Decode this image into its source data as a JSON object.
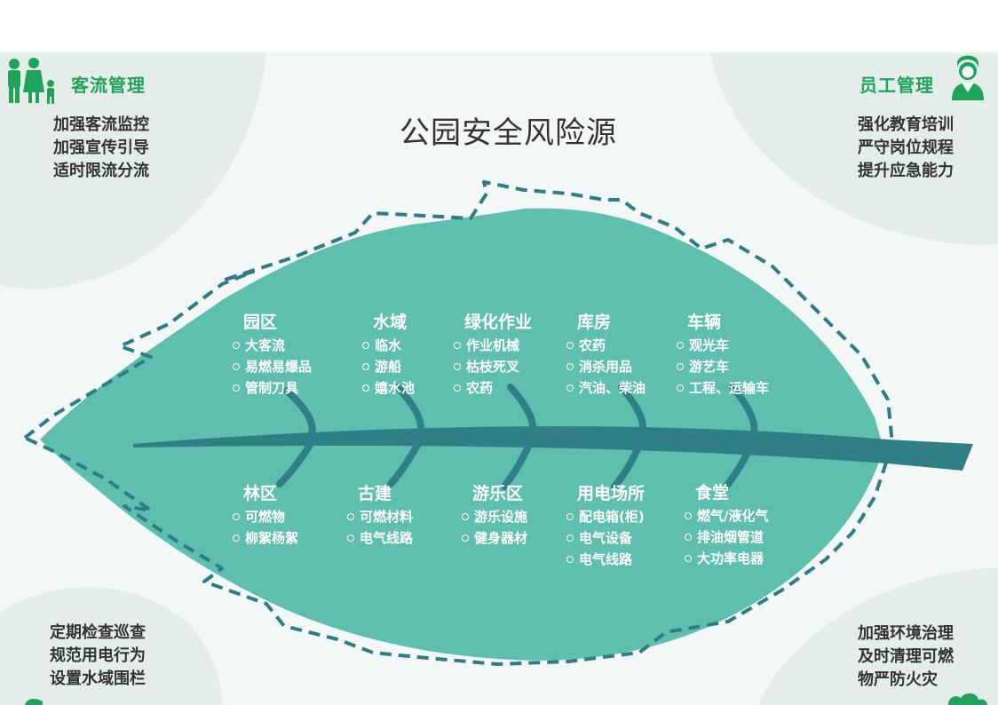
{
  "title": "公园安全风险源",
  "corners": {
    "top_left": {
      "title": "客流管理",
      "icon": "family-icon",
      "lines": [
        "加强客流监控",
        "加强宣传引导",
        "适时限流分流"
      ]
    },
    "top_right": {
      "title": "员工管理",
      "icon": "staff-icon",
      "lines": [
        "强化教育培训",
        "严守岗位规程",
        "提升应急能力"
      ]
    },
    "bottom_left": {
      "lines": [
        "定期检查巡查",
        "规范用电行为",
        "设置水域围栏"
      ]
    },
    "bottom_right": {
      "lines": [
        "加强环境治理",
        "及时清理可燃",
        "物严防火灾"
      ]
    }
  },
  "categories": {
    "top": [
      {
        "title": "园区",
        "items": [
          "大客流",
          "易燃易爆品",
          "管制刀具"
        ]
      },
      {
        "title": "水域",
        "items": [
          "临水",
          "游船",
          "嬉水池"
        ]
      },
      {
        "title": "绿化作业",
        "items": [
          "作业机械",
          "枯枝死叉",
          "农药"
        ]
      },
      {
        "title": "库房",
        "items": [
          "农药",
          "消杀用品",
          "汽油、柴油"
        ]
      },
      {
        "title": "车辆",
        "items": [
          "观光车",
          "游艺车",
          "工程、运输车"
        ]
      }
    ],
    "bottom": [
      {
        "title": "林区",
        "items": [
          "可燃物",
          "柳絮杨絮"
        ]
      },
      {
        "title": "古建",
        "items": [
          "可燃材料",
          "电气线路"
        ]
      },
      {
        "title": "游乐区",
        "items": [
          "游乐设施",
          "健身器材"
        ]
      },
      {
        "title": "用电场所",
        "items": [
          "配电箱(柜)",
          "电气设备",
          "电气线路"
        ]
      },
      {
        "title": "食堂",
        "items": [
          "燃气/液化气",
          "排油烟管道",
          "大功率电器"
        ]
      }
    ]
  },
  "colors": {
    "leaf": "#5fbfae",
    "leaf_dark": "#2f7f87",
    "outline": "#2e7c86",
    "accent_green": "#1fa35a",
    "bg_leaf": "#e3ece9"
  }
}
